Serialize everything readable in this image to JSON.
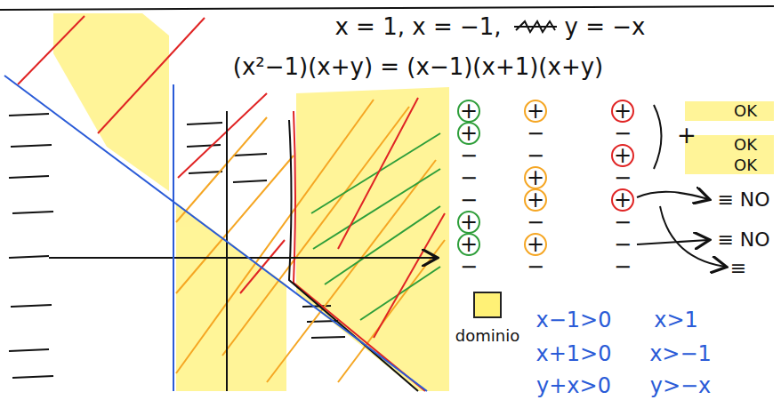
{
  "diagram": {
    "labels": [
      "x = 1, x = −1,",
      "y = −x",
      "(x²−1)(x+y) = (x−1)(x+1)(x+y)",
      "+",
      "+",
      "−",
      "−",
      "−",
      "+",
      "+",
      "−",
      "+",
      "−",
      "−",
      "+",
      "+",
      "−",
      "+",
      "−",
      "+",
      "−",
      "+",
      "−",
      "+",
      "−",
      "−",
      "−",
      "+",
      "OK",
      "OK",
      "OK",
      "≡ NO",
      "≡ NO",
      "≡",
      "x−1>0",
      "x>1",
      "x+1>0",
      "x>−1",
      "y+x>0",
      "y>−x"
    ],
    "legend": [
      {
        "text": "dominio",
        "color": "#fff176"
      }
    ]
  }
}
